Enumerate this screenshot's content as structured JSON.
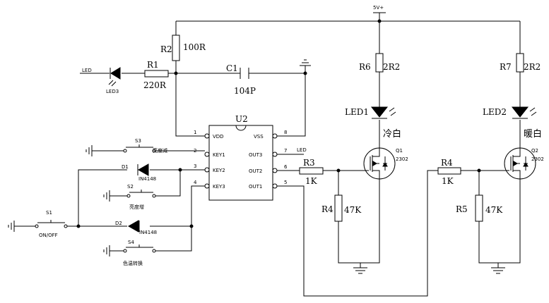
{
  "power": {
    "vcc": "5V+"
  },
  "chip": {
    "name": "U2",
    "left_pins": [
      {
        "num": "1",
        "name": "VDD"
      },
      {
        "num": "2",
        "name": "KEY1"
      },
      {
        "num": "3",
        "name": "KEY2"
      },
      {
        "num": "4",
        "name": "KEY3"
      }
    ],
    "right_pins": [
      {
        "num": "8",
        "name": "VSS"
      },
      {
        "num": "7",
        "name": "OUT3"
      },
      {
        "num": "6",
        "name": "OUT2"
      },
      {
        "num": "5",
        "name": "OUT1"
      }
    ]
  },
  "components": {
    "r1": {
      "ref": "R1",
      "value": "220R"
    },
    "r2": {
      "ref": "R2",
      "value": "100R"
    },
    "r3": {
      "ref": "R3",
      "value": "1K"
    },
    "r4a": {
      "ref": "R4",
      "value": "47K"
    },
    "r4b": {
      "ref": "R4",
      "value": "1K"
    },
    "r5": {
      "ref": "R5",
      "value": "47K"
    },
    "r6": {
      "ref": "R6",
      "value": "2R2"
    },
    "r7": {
      "ref": "R7",
      "value": "2R2"
    },
    "c1": {
      "ref": "C1",
      "value": "104P"
    },
    "led3": {
      "ref": "LED3",
      "net": "LED"
    },
    "led1": {
      "ref": "LED1",
      "desc": "冷白"
    },
    "led2": {
      "ref": "LED2",
      "desc": "暖白"
    },
    "d1": {
      "ref": "D1",
      "value": "IN4148"
    },
    "d2": {
      "ref": "D2",
      "value": "IN4148"
    },
    "s1": {
      "ref": "S1",
      "desc": "ON/OFF"
    },
    "s2": {
      "ref": "S2",
      "desc": "亮度增"
    },
    "s3": {
      "ref": "S3",
      "desc": "亮度减"
    },
    "s4": {
      "ref": "S4",
      "desc": "色温转换"
    },
    "q1": {
      "ref": "Q1",
      "value": "2302"
    },
    "q2": {
      "ref": "Q2",
      "value": "2302"
    }
  },
  "nets": {
    "out3": "LED"
  }
}
